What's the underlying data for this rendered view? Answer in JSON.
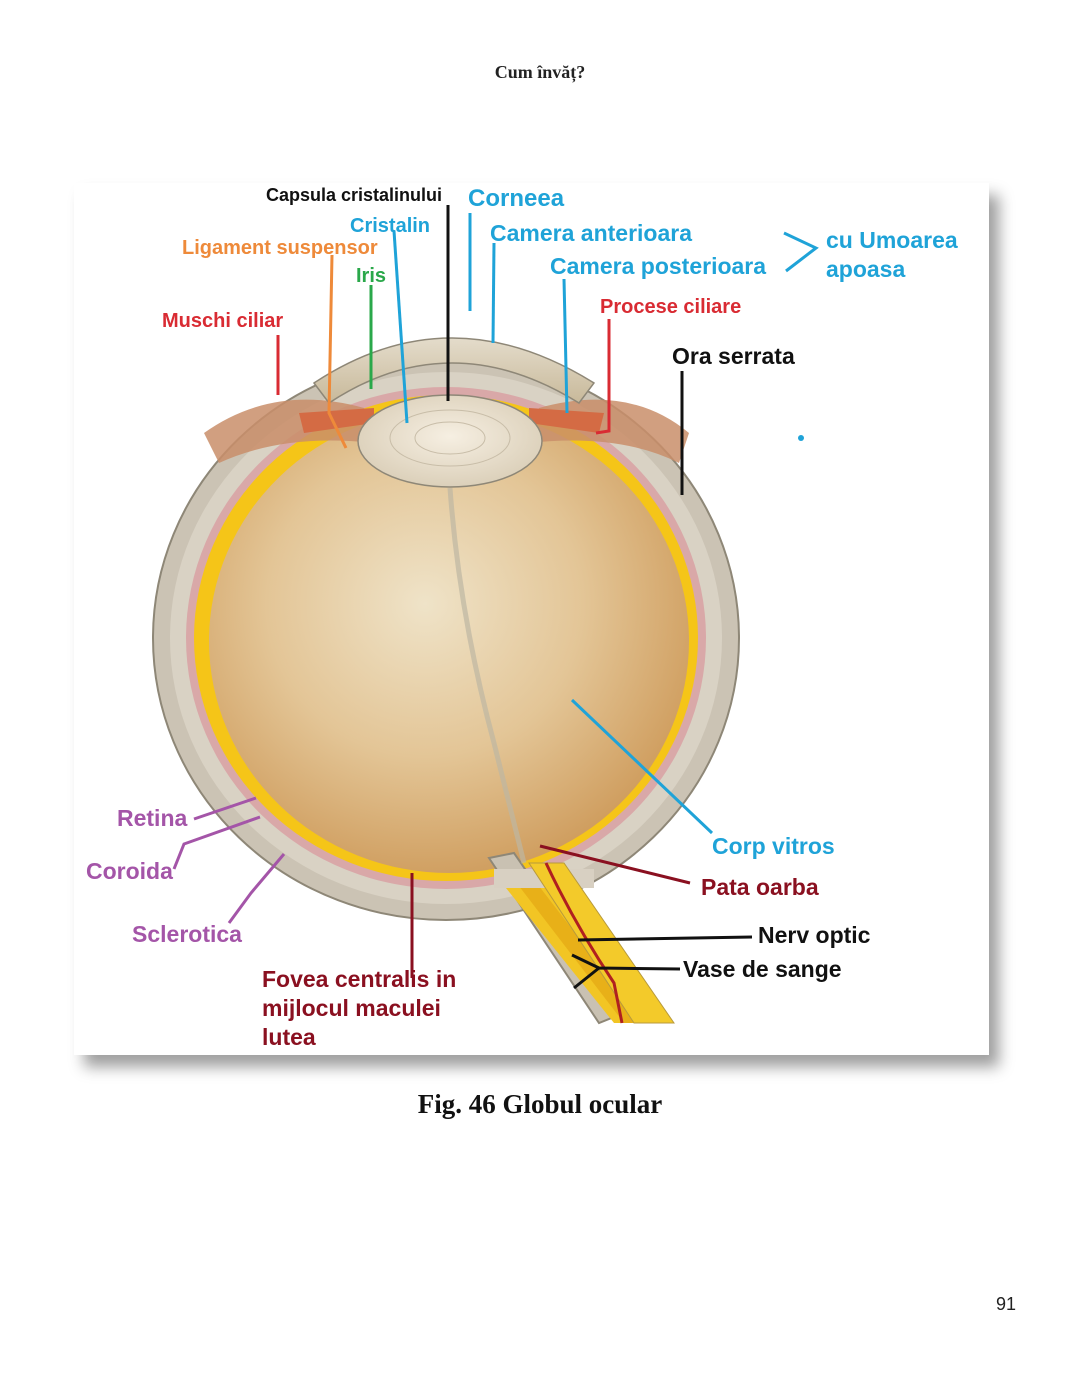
{
  "header": {
    "title": "Cum învăț?"
  },
  "figure": {
    "caption": "Fig. 46 Globul ocular",
    "labels": {
      "capsula": "Capsula cristalinului",
      "corneea": "Corneea",
      "cristalin": "Cristalin",
      "camera_anterioara": "Camera anterioara",
      "ligament": "Ligament suspensor",
      "camera_posterioara": "Camera posterioara",
      "umoarea_line1": "cu Umoarea",
      "umoarea_line2": "apoasa",
      "iris": "Iris",
      "procese": "Procese ciliare",
      "muschi": "Muschi ciliar",
      "ora": "Ora serrata",
      "retina": "Retina",
      "coroida": "Coroida",
      "sclerotica": "Sclerotica",
      "corp_vitros": "Corp vitros",
      "pata_oarba": "Pata oarba",
      "nerv_optic": "Nerv optic",
      "vase": "Vase de sange",
      "fovea_line1": "Fovea centralis in",
      "fovea_line2": "mijlocul maculei",
      "fovea_line3": "lutea"
    },
    "colors": {
      "blue": "#1fa3d8",
      "orange": "#ee8a3a",
      "green": "#2aa84a",
      "red": "#d92b33",
      "black": "#111111",
      "purple": "#a455a8",
      "darkred": "#8a1020"
    }
  },
  "page": {
    "number": "91"
  }
}
